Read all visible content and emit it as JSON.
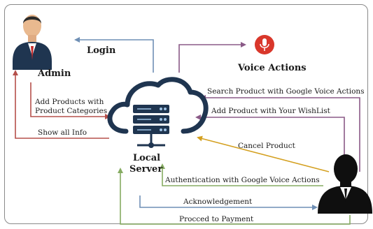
{
  "nodes": {
    "admin": "Admin",
    "voice_actions": "Voice Actions",
    "server_line1": "Local",
    "server_line2": "Server"
  },
  "edges": {
    "login": "Login",
    "add_products_1": "Add Products with",
    "add_products_2": "Product Categories",
    "show_all_info": "Show all Info",
    "search_product": "Search Product with Google Voice Actions",
    "add_wishlist": "Add Product with Your WishList",
    "cancel_product": "Cancel Product",
    "authentication": "Authentication with Google Voice Actions",
    "acknowledgement": "Acknowledgement",
    "proceed_payment": "Procced to Payment"
  },
  "colors": {
    "blue": "#6f8fb5",
    "red": "#b5504b",
    "purple": "#8a5a87",
    "gold": "#d4a020",
    "green": "#86ac62",
    "dark_navy": "#1f3550",
    "mic_red": "#d9372b"
  },
  "icons": {
    "admin": "admin-person-icon",
    "voice": "microphone-icon",
    "server": "cloud-server-icon",
    "user": "user-silhouette-icon"
  }
}
